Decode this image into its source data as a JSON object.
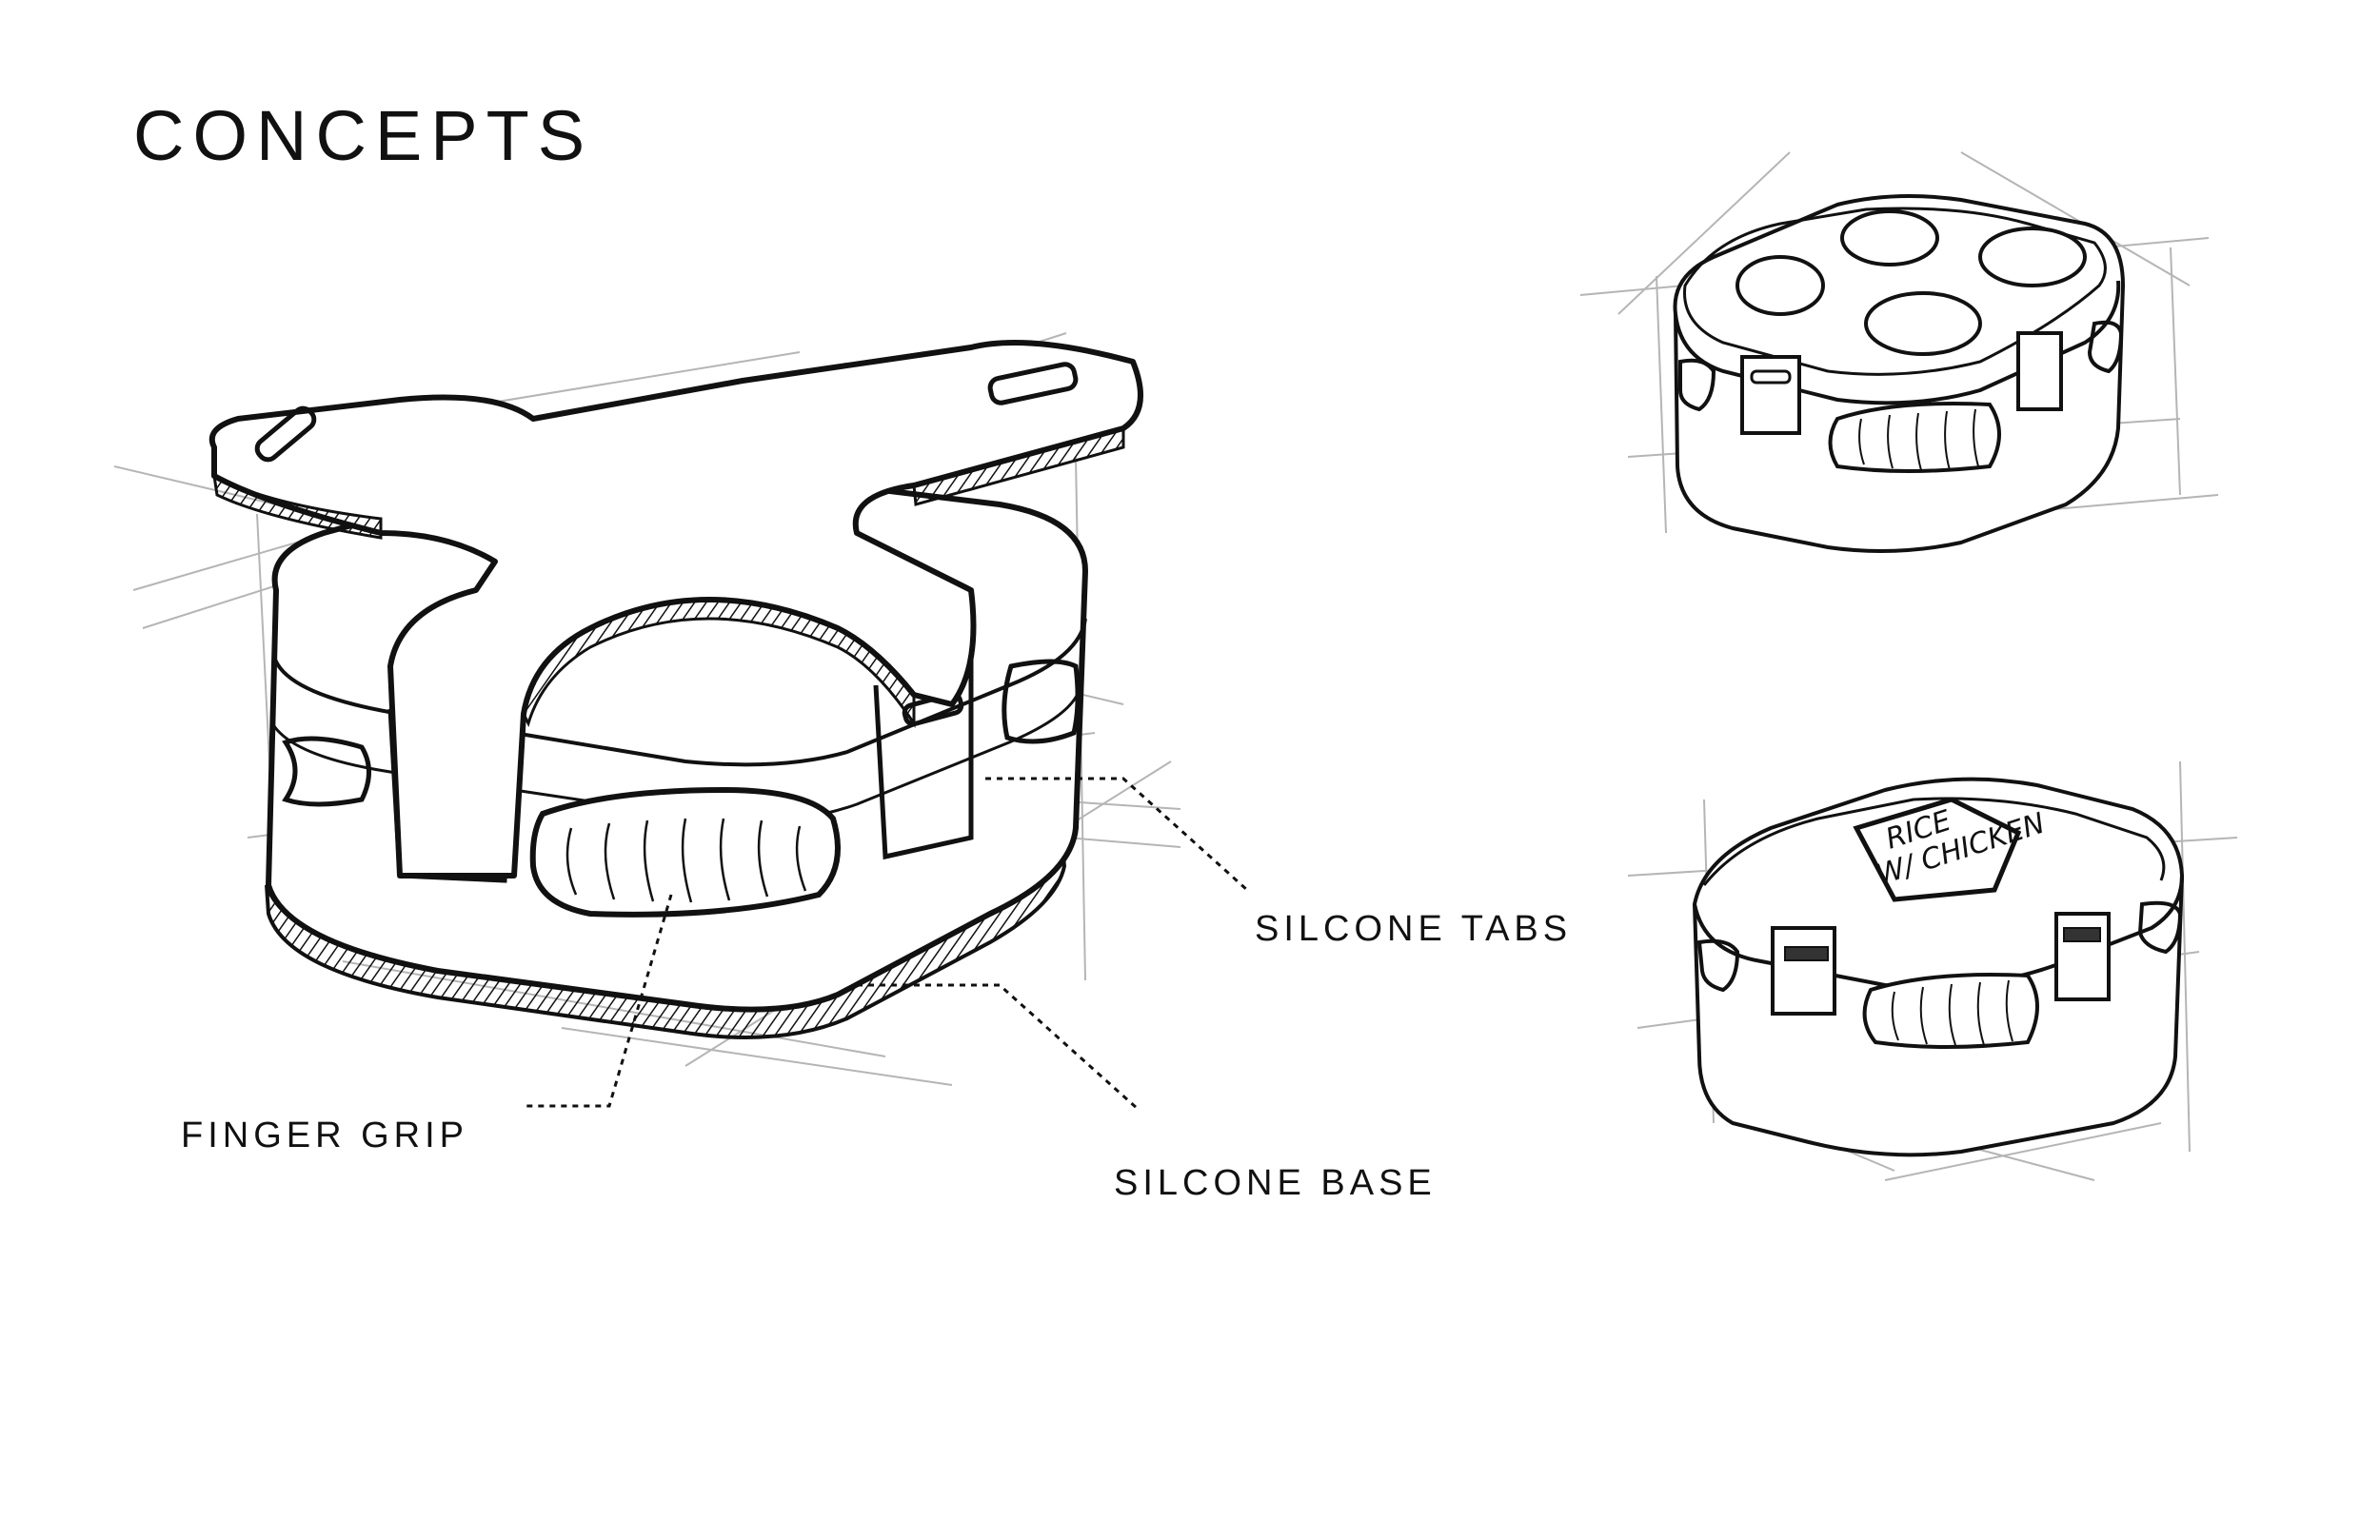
{
  "title": "CONCEPTS",
  "callouts": {
    "tabs": "SILCONE TABS",
    "grip": "FINGER GRIP",
    "base": "SILCONE BASE"
  },
  "lid_note": {
    "line1": "RICE",
    "line2": "W/ CHICKEN"
  },
  "colors": {
    "ink": "#111111",
    "guide": "#b5b5b5",
    "paper": "#ffffff"
  }
}
